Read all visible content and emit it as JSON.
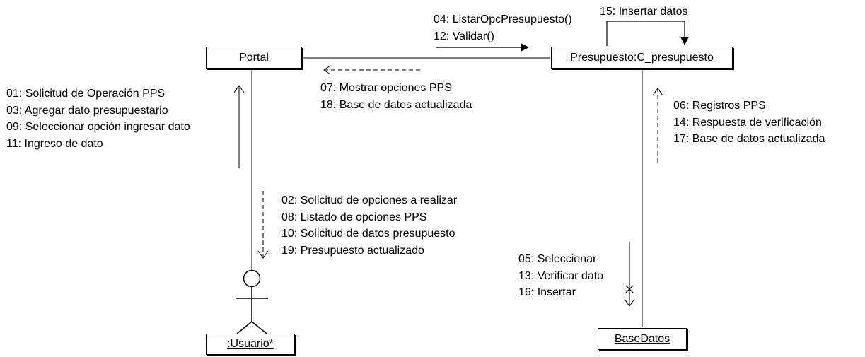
{
  "objects": {
    "portal": "Portal",
    "presupuesto": "Presupuesto:C_presupuesto",
    "usuario": ":Usuario*",
    "basedatos": "BaseDatos"
  },
  "messages": {
    "portal_to_presupuesto": [
      "04: ListarOpcPresupuesto()",
      "12: Validar()"
    ],
    "self_presupuesto": [
      "15: Insertar datos"
    ],
    "presupuesto_to_portal": [
      "07: Mostrar opciones PPS",
      "18: Base de datos actualizada"
    ],
    "usuario_to_portal": [
      "01: Solicitud de Operación PPS",
      "03: Agregar dato presupuestario",
      "09: Seleccionar opción ingresar dato",
      "11: Ingreso de dato"
    ],
    "portal_to_usuario": [
      "02: Solicitud de opciones a realizar",
      "08: Listado de opciones PPS",
      "10: Solicitud de datos presupuesto",
      "19: Presupuesto actualizado"
    ],
    "basedatos_to_presupuesto": [
      "06: Registros PPS",
      "14: Respuesta de verificación",
      "17: Base de datos actualizada"
    ],
    "presupuesto_to_basedatos": [
      "05: Seleccionar",
      "13: Verificar dato",
      "16: Insertar"
    ]
  }
}
